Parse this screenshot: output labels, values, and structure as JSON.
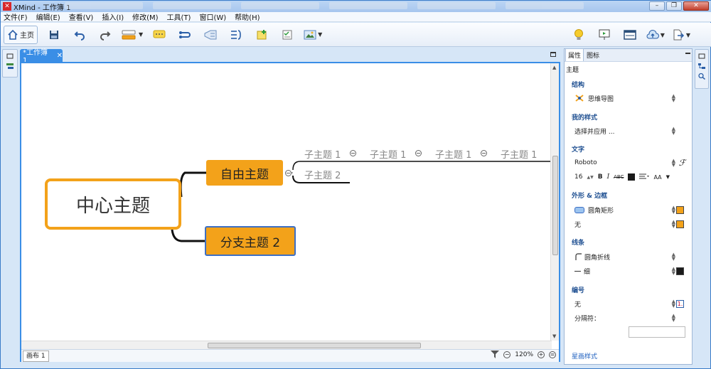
{
  "window": {
    "title": "XMind - 工作簿 1"
  },
  "menu": [
    "文件(F)",
    "编辑(E)",
    "查看(V)",
    "插入(I)",
    "修改(M)",
    "工具(T)",
    "窗口(W)",
    "帮助(H)"
  ],
  "toolbar": {
    "home_label": "主页"
  },
  "editor": {
    "tab_label": "*工作簿 1",
    "tab_close": "✕"
  },
  "mindmap": {
    "central": "中心主题",
    "main1": "自由主题",
    "main2": "分支主题 2",
    "subtopics_row1": [
      "子主题 1",
      "子主题 1",
      "子主题 1",
      "子主题 1"
    ],
    "subtopic_row2": "子主题 2"
  },
  "status": {
    "sheet_tab": "画布 1",
    "zoom": "120%"
  },
  "props": {
    "tabs": [
      "属性",
      "图标"
    ],
    "header": "主题",
    "structure_title": "结构",
    "structure_value": "思维导图",
    "mystyle_title": "我的样式",
    "mystyle_value": "选择并应用 ...",
    "text_title": "文字",
    "font_name": "Roboto",
    "font_size": "16",
    "bold": "B",
    "italic": "I",
    "strike": "ABC",
    "case": "AA",
    "shape_title": "外形 & 边框",
    "shape_value": "圆角矩形",
    "border_value": "无",
    "line_title": "线条",
    "line_shape": "圆角折线",
    "line_width": "细",
    "number_title": "编号",
    "number_value": "无",
    "separator_label": "分隔符：",
    "link": "星画样式",
    "colors": {
      "accent": "#f3a21a",
      "text_dark": "#1a1a1a"
    }
  }
}
